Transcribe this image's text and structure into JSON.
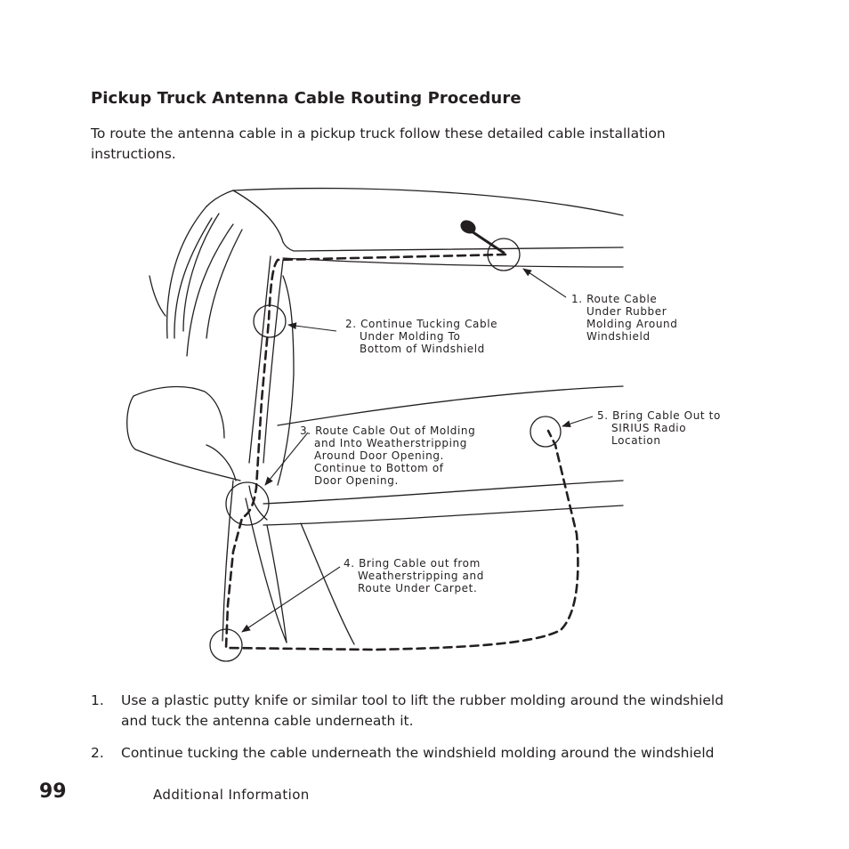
{
  "heading": "Pickup Truck Antenna Cable Routing Procedure",
  "intro": {
    "line1": "To route the antenna cable in a pickup truck follow these detailed cable installation",
    "line2": "instructions."
  },
  "callouts": {
    "c1": {
      "lines": [
        "1. Route Cable",
        "Under Rubber",
        "Molding Around",
        "Windshield"
      ]
    },
    "c2": {
      "lines": [
        "2. Continue Tucking Cable",
        "Under Molding To",
        "Bottom of Windshield"
      ]
    },
    "c3": {
      "lines": [
        "3. Route Cable Out of Molding",
        "and Into Weatherstripping",
        "Around Door Opening.",
        "Continue to Bottom of",
        "Door Opening."
      ]
    },
    "c4": {
      "lines": [
        "4. Bring Cable out from",
        "Weatherstripping and",
        "Route Under Carpet."
      ]
    },
    "c5": {
      "lines": [
        "5. Bring Cable Out to",
        "SIRIUS Radio",
        "Location"
      ]
    }
  },
  "steps": [
    {
      "num": "1.",
      "lines": [
        "Use a plastic putty knife or similar tool to lift the rubber molding around the windshield",
        "and tuck the antenna cable underneath it."
      ]
    },
    {
      "num": "2.",
      "lines": [
        "Continue tucking the cable underneath the windshield molding around the windshield"
      ]
    }
  ],
  "footer": {
    "page_number": "99",
    "section": "Additional Information"
  },
  "colors": {
    "ink": "#231f20",
    "background": "#ffffff"
  }
}
